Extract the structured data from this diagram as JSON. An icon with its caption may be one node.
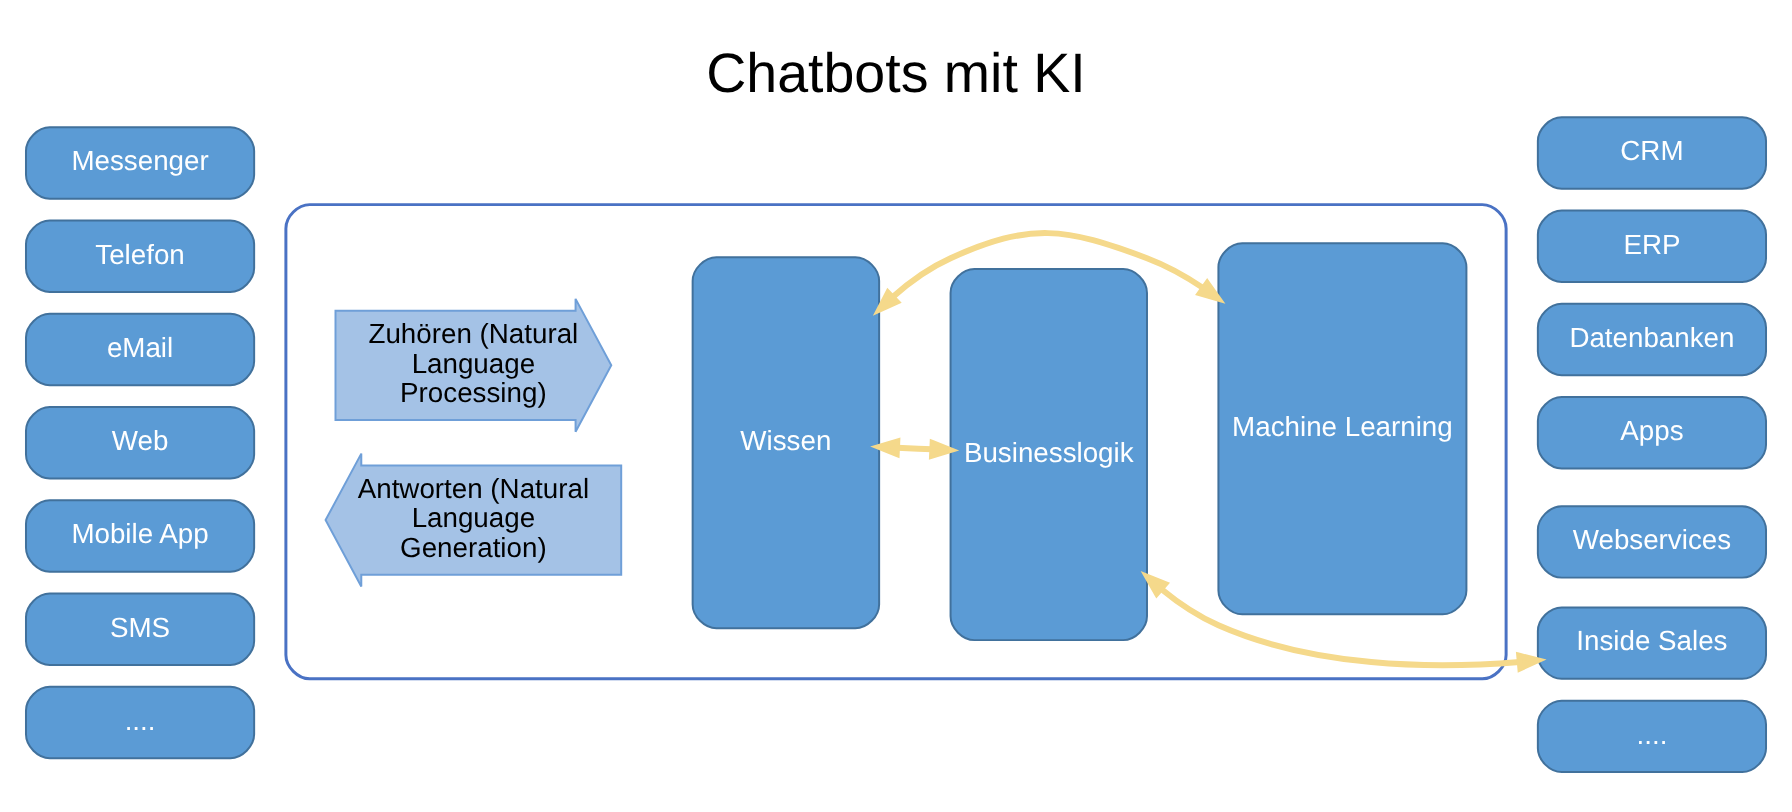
{
  "diagram": {
    "title": "Chatbots mit KI",
    "nodes": [
      {
        "text": [
          "Messenger"
        ]
      },
      {
        "text": [
          "Telefon"
        ]
      },
      {
        "text": [
          "eMail"
        ]
      },
      {
        "text": [
          "Web"
        ]
      },
      {
        "text": [
          "Mobile App"
        ]
      },
      {
        "text": [
          "SMS"
        ]
      },
      {
        "text": [
          "...."
        ]
      },
      {
        "text": [],
        "shape": "box"
      },
      {
        "text": [
          "Antworten (Natural Language Generation)"
        ],
        "in": 7
      },
      {
        "text": [
          "Zuhören (Natural Language Processing)"
        ],
        "in": 7
      },
      {
        "text": [
          "Wissen"
        ],
        "in": 7
      },
      {
        "text": [
          "Businesslogik"
        ],
        "in": 7
      },
      {
        "text": [
          "Machine Learning"
        ],
        "in": 7
      },
      {
        "text": [
          "CRM"
        ]
      },
      {
        "text": [
          "ERP"
        ]
      },
      {
        "text": [
          "Datenbanken"
        ]
      },
      {
        "text": [
          "Apps"
        ]
      },
      {
        "text": [
          "Webservices"
        ]
      },
      {
        "text": [
          "Inside Sales"
        ]
      },
      {
        "text": [
          "...."
        ]
      }
    ],
    "edges": [
      {
        "from": 10,
        "to": 12,
        "arrow": "both"
      },
      {
        "from": 10,
        "to": 11,
        "arrow": "both"
      },
      {
        "from": 11,
        "to": 18,
        "arrow": "both"
      }
    ]
  }
}
